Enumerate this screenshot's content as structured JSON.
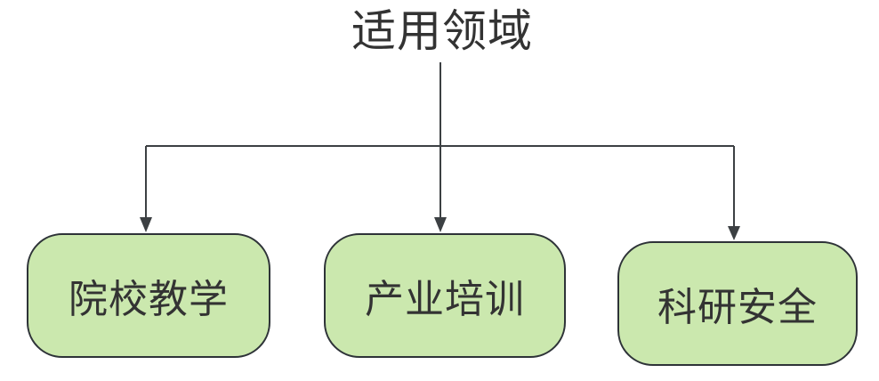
{
  "diagram": {
    "title": "适用领域",
    "nodes": [
      {
        "label": "院校教学"
      },
      {
        "label": "产业培训"
      },
      {
        "label": "科研安全"
      }
    ],
    "connectors": {
      "description": "tree-branch arrows from title to each node",
      "arrow_icon": "filled-triangle-down"
    },
    "colors": {
      "node_fill": "#cbe8ae",
      "node_border": "#2e3338",
      "line": "#3c4043",
      "text": "#333333",
      "background": "#ffffff"
    }
  }
}
